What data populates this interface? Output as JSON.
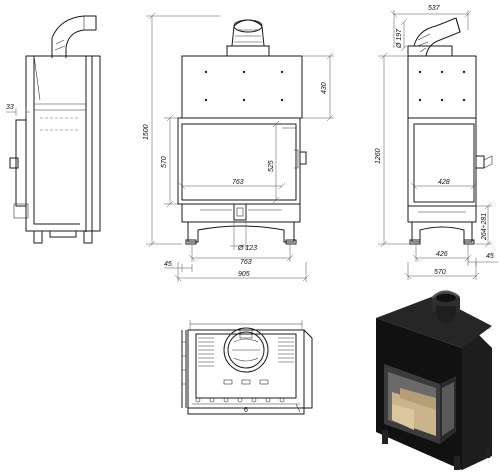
{
  "dimensions": {
    "side_33": "33",
    "front_1500": "1500",
    "front_430": "430",
    "front_570": "570",
    "front_525": "525",
    "front_763_glass": "763",
    "front_763_base": "763",
    "front_d123": "Ø 123",
    "front_45": "45",
    "front_905": "905",
    "right_537": "537",
    "right_d197": "Ø 197",
    "right_1260": "1260",
    "right_428_glass": "428",
    "right_264_281": "264÷281",
    "right_426": "426",
    "right_45": "45",
    "right_570": "570",
    "top_marker": "6"
  }
}
